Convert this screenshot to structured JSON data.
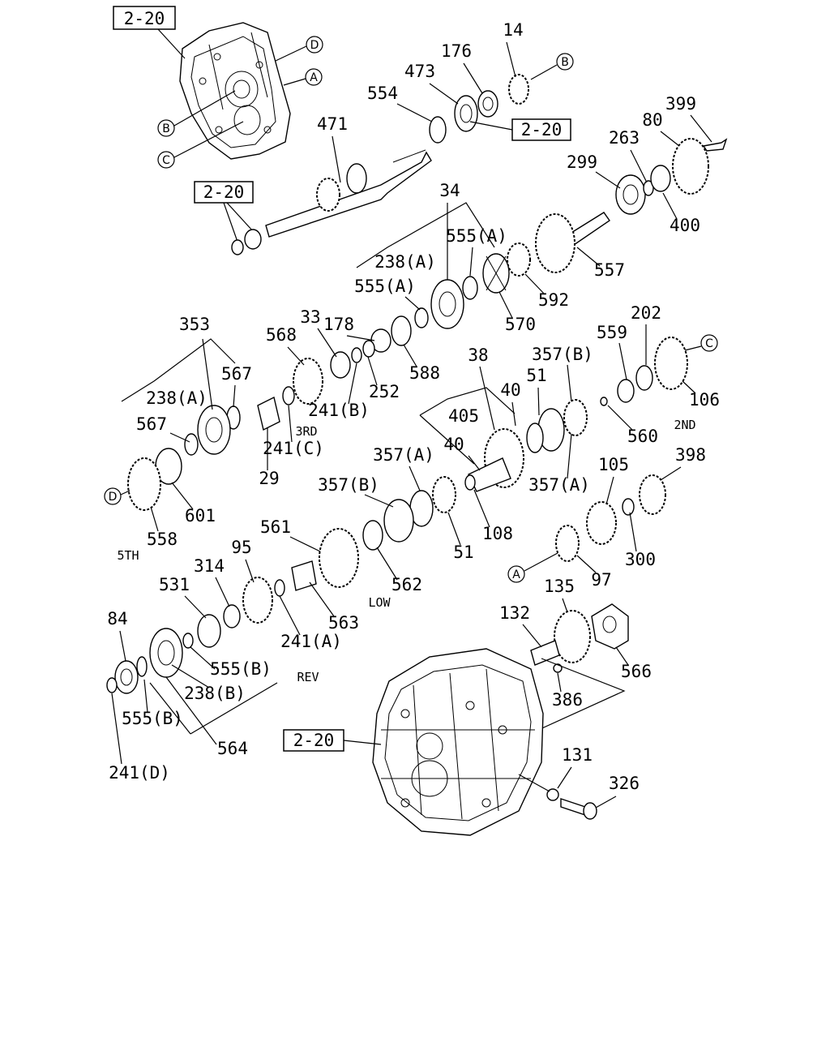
{
  "diagram": {
    "ref_boxes": [
      {
        "id": "top-left",
        "text": "2-20"
      },
      {
        "id": "mid-top",
        "text": "2-20"
      },
      {
        "id": "left-shaft",
        "text": "2-20"
      },
      {
        "id": "case",
        "text": "2-20"
      }
    ],
    "circle_markers": [
      "A",
      "B",
      "C",
      "D"
    ],
    "part_labels": [
      "14",
      "176",
      "473",
      "554",
      "471",
      "399",
      "80",
      "263",
      "299",
      "400",
      "34",
      "555(A)",
      "238(A)",
      "555(A)",
      "557",
      "592",
      "570",
      "178",
      "588",
      "353",
      "568",
      "33",
      "567",
      "238(A)",
      "252",
      "241(B)",
      "567",
      "241(C)",
      "29",
      "601",
      "558",
      "202",
      "559",
      "357(B)",
      "38",
      "51",
      "40",
      "405",
      "40",
      "106",
      "560",
      "357(A)",
      "357(B)",
      "357(A)",
      "51",
      "108",
      "398",
      "105",
      "300",
      "97",
      "561",
      "95",
      "562",
      "563",
      "314",
      "531",
      "241(A)",
      "84",
      "555(B)",
      "238(B)",
      "555(B)",
      "564",
      "241(D)",
      "135",
      "132",
      "566",
      "386",
      "131",
      "326"
    ],
    "gear_names": {
      "third": "3RD",
      "second": "2ND",
      "fifth": "5TH",
      "low": "LOW",
      "reverse": "REV"
    }
  }
}
